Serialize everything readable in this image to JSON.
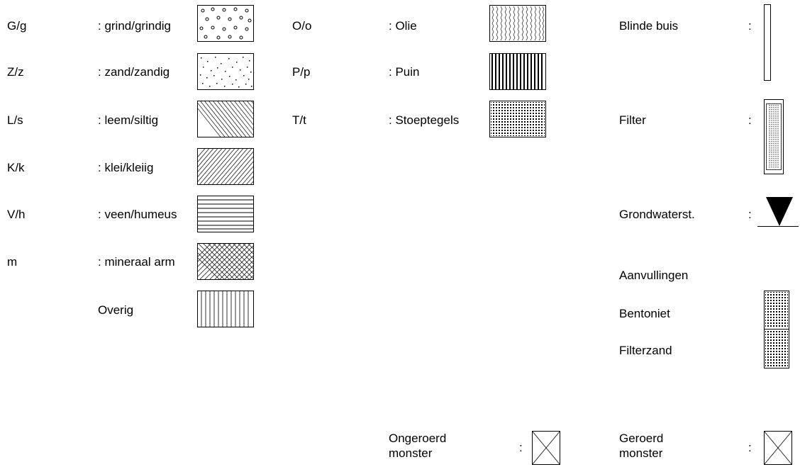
{
  "soil_legend": [
    {
      "code": "G/g",
      "label": ": grind/grindig",
      "pattern": "gravel"
    },
    {
      "code": "Z/z",
      "label": ": zand/zandig",
      "pattern": "sand"
    },
    {
      "code": "L/s",
      "label": ": leem/siltig",
      "pattern": "loam"
    },
    {
      "code": "K/k",
      "label": ": klei/kleiig",
      "pattern": "clay"
    },
    {
      "code": "V/h",
      "label": ": veen/humeus",
      "pattern": "peat"
    },
    {
      "code": "m",
      "label": ": mineraal arm",
      "pattern": "crosshatch"
    },
    {
      "code": "",
      "label": "Overig",
      "pattern": "vertical-lines"
    }
  ],
  "additive_legend": [
    {
      "code": "O/o",
      "label": ": Olie",
      "pattern": "zigzag"
    },
    {
      "code": "P/p",
      "label": ": Puin",
      "pattern": "dense-vertical"
    },
    {
      "code": "T/t",
      "label": ": Stoeptegels",
      "pattern": "dots-grid"
    }
  ],
  "well_legend": {
    "blinde_buis": {
      "label": "Blinde buis",
      "colon": ":"
    },
    "filter": {
      "label": "Filter",
      "colon": ":"
    },
    "grondwater": {
      "label": "Grondwaterst.",
      "colon": ":"
    },
    "aanvullingen": {
      "label": "Aanvullingen"
    },
    "bentoniet": {
      "label": "Bentoniet"
    },
    "filterzand": {
      "label": "Filterzand"
    }
  },
  "samples": {
    "ongeroerd": {
      "label_line1": "Ongeroerd",
      "label_line2": "monster",
      "colon": ":"
    },
    "geroerd": {
      "label_line1": "Geroerd",
      "label_line2": "monster",
      "colon": ":"
    }
  }
}
